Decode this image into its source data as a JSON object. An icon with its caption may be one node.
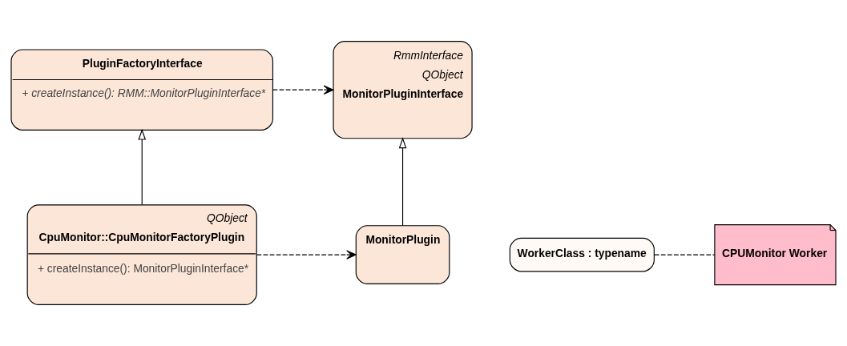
{
  "diagram": {
    "nodes": [
      {
        "text": [
          "PluginFactoryInterface",
          "+ createInstance(): RMM::MonitorPluginInterface*"
        ]
      },
      {
        "text": [
          "RmmInterface",
          "QObject",
          "MonitorPluginInterface"
        ]
      },
      {
        "text": [
          "QObject",
          "CpuMonitor::CpuMonitorFactoryPlugin",
          "+ createInstance(): MonitorPluginInterface*"
        ]
      },
      {
        "text": [
          "MonitorPlugin"
        ]
      },
      {
        "text": [
          "WorkerClass : typename"
        ]
      },
      {
        "text": [
          "CPUMonitor Worker"
        ]
      }
    ],
    "edges": [
      {
        "from": 0,
        "to": 1,
        "arrow": "to",
        "style": "dashed"
      },
      {
        "from": 2,
        "to": 0,
        "arrow": "to"
      },
      {
        "from": 3,
        "to": 1,
        "arrow": "to"
      },
      {
        "from": 2,
        "to": 3,
        "arrow": "to",
        "style": "dashed"
      },
      {
        "from": 4,
        "to": 5,
        "arrow": "none",
        "style": "dashed"
      }
    ]
  }
}
